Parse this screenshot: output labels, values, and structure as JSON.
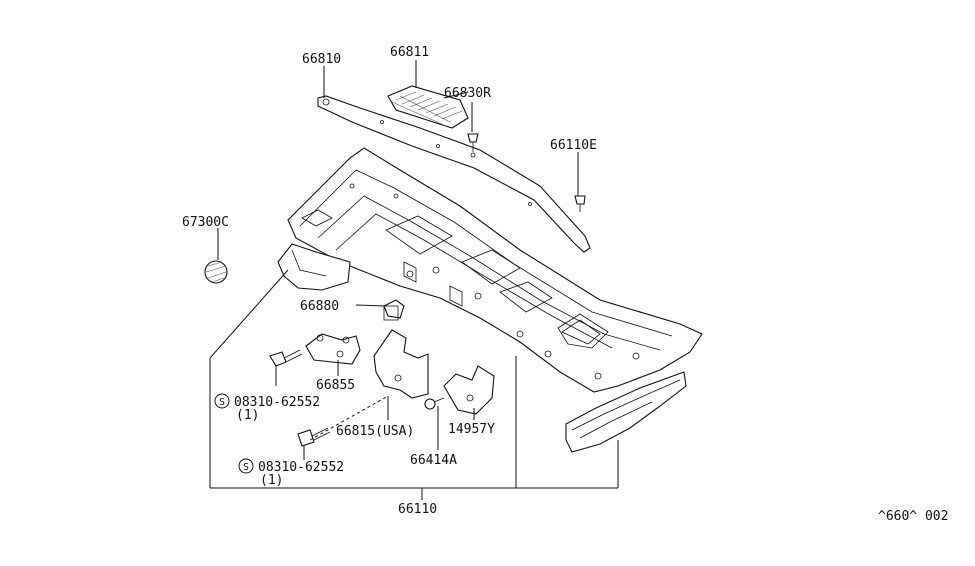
{
  "labels": {
    "p66810": "66810",
    "p66811": "66811",
    "p66830R": "66830R",
    "p66110E": "66110E",
    "p67300C": "67300C",
    "p66880": "66880",
    "p66855": "66855",
    "bolt1_num": "08310-62552",
    "bolt1_qty": "(1)",
    "p66815": "66815(USA)",
    "p14957Y": "14957Y",
    "p66414A": "66414A",
    "bolt2_num": "08310-62552",
    "bolt2_qty": "(1)",
    "p66110": "66110",
    "code": "^660^ 002",
    "s_mark": "S"
  }
}
